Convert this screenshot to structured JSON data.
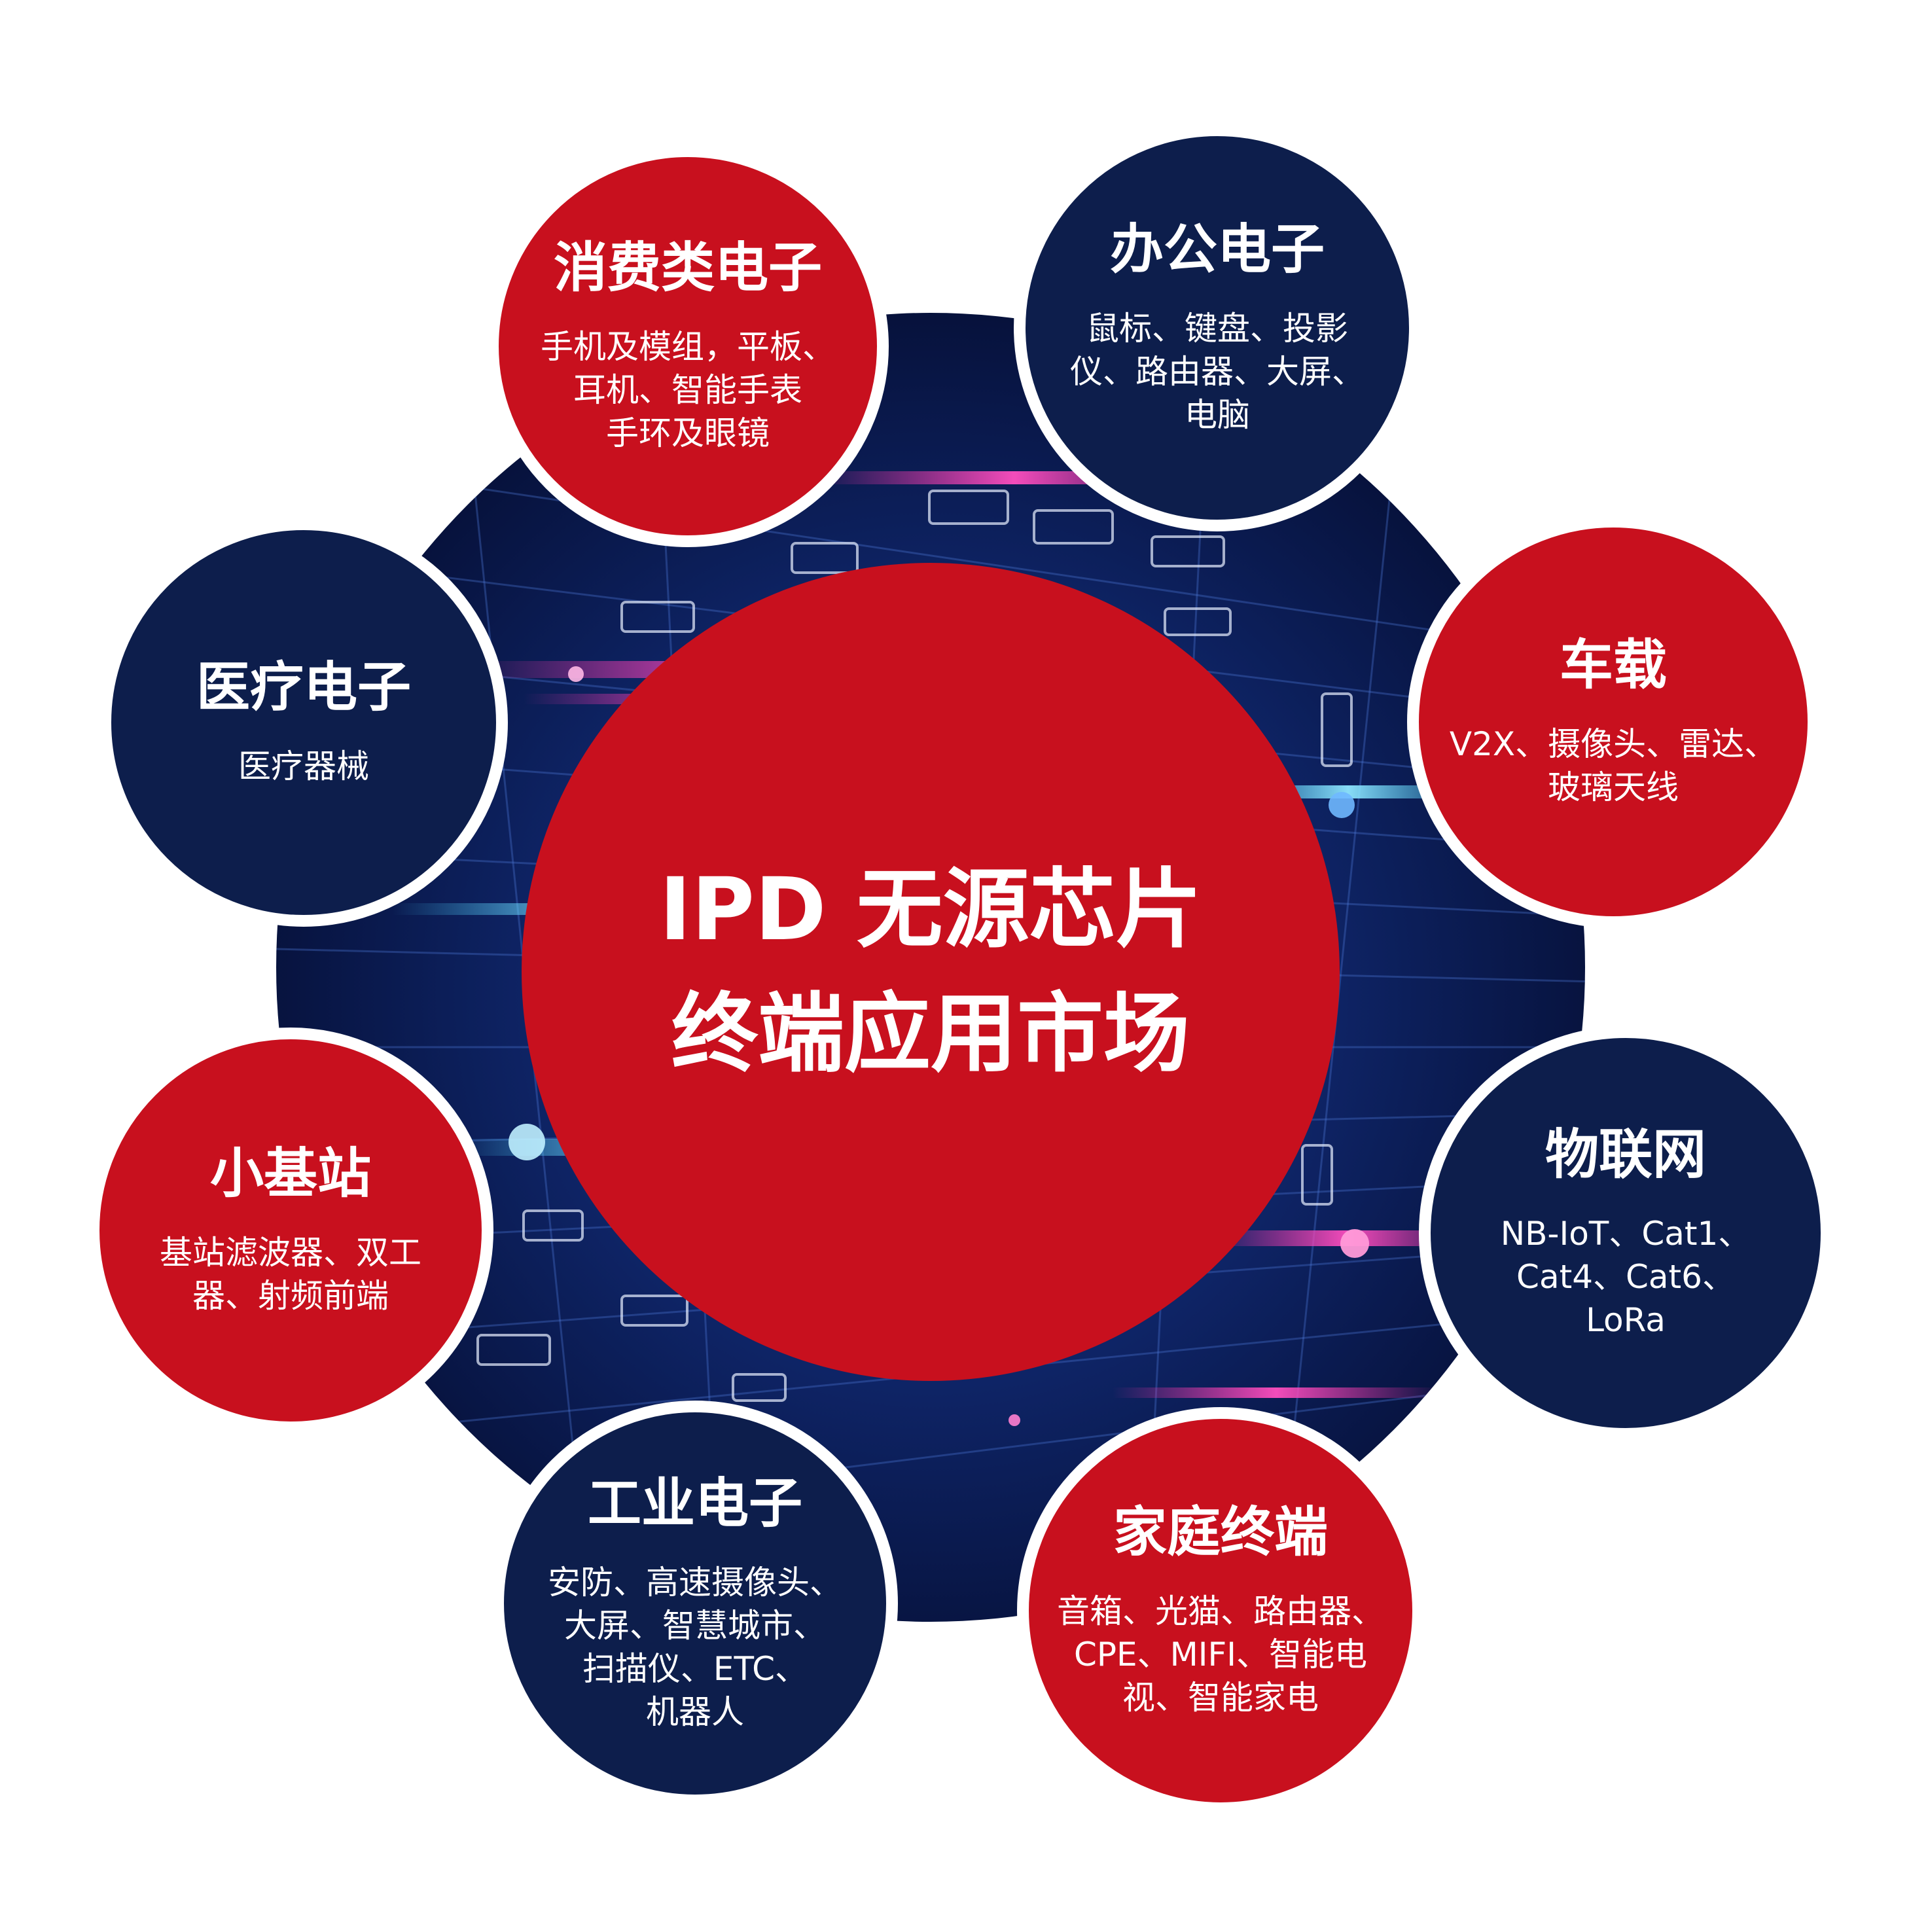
{
  "colors": {
    "red": "#C8101E",
    "navy": "#0D1E4C",
    "white": "#FFFFFF",
    "tech_bg_dark": "#06113A",
    "tech_bg_mid": "#0F2A7A",
    "neon_pink": "#FF2FA8",
    "neon_cyan": "#3FD2FF",
    "neon_blue": "#2E7BFF"
  },
  "center": {
    "line1": "IPD 无源芯片",
    "line2": "终端应用市场",
    "color": "red"
  },
  "segments": [
    {
      "id": "consumer",
      "title": "消费类电子",
      "lines": [
        "手机及模组，平板、",
        "耳机、智能手表",
        "手环及眼镜"
      ],
      "color": "red"
    },
    {
      "id": "office",
      "title": "办公电子",
      "lines": [
        "鼠标、键盘、投影",
        "仪、路由器、大屏、",
        "电脑"
      ],
      "color": "navy"
    },
    {
      "id": "automotive",
      "title": "车载",
      "lines": [
        "V2X、摄像头、雷达、",
        "玻璃天线"
      ],
      "color": "red"
    },
    {
      "id": "iot",
      "title": "物联网",
      "lines": [
        "NB-IoT、Cat1、",
        "Cat4、Cat6、",
        "LoRa"
      ],
      "color": "navy"
    },
    {
      "id": "home",
      "title": "家庭终端",
      "lines": [
        "音箱、光猫、路由器、",
        "CPE、MIFI、智能电",
        "视、智能家电"
      ],
      "color": "red"
    },
    {
      "id": "industrial",
      "title": "工业电子",
      "lines": [
        "安防、高速摄像头、",
        "大屏、智慧城市、",
        "扫描仪、ETC、",
        "机器人"
      ],
      "color": "navy"
    },
    {
      "id": "small-cell",
      "title": "小基站",
      "lines": [
        "基站滤波器、双工",
        "器、射频前端"
      ],
      "color": "red"
    },
    {
      "id": "medical",
      "title": "医疗电子",
      "lines": [
        "医疗器械"
      ],
      "color": "navy"
    }
  ]
}
